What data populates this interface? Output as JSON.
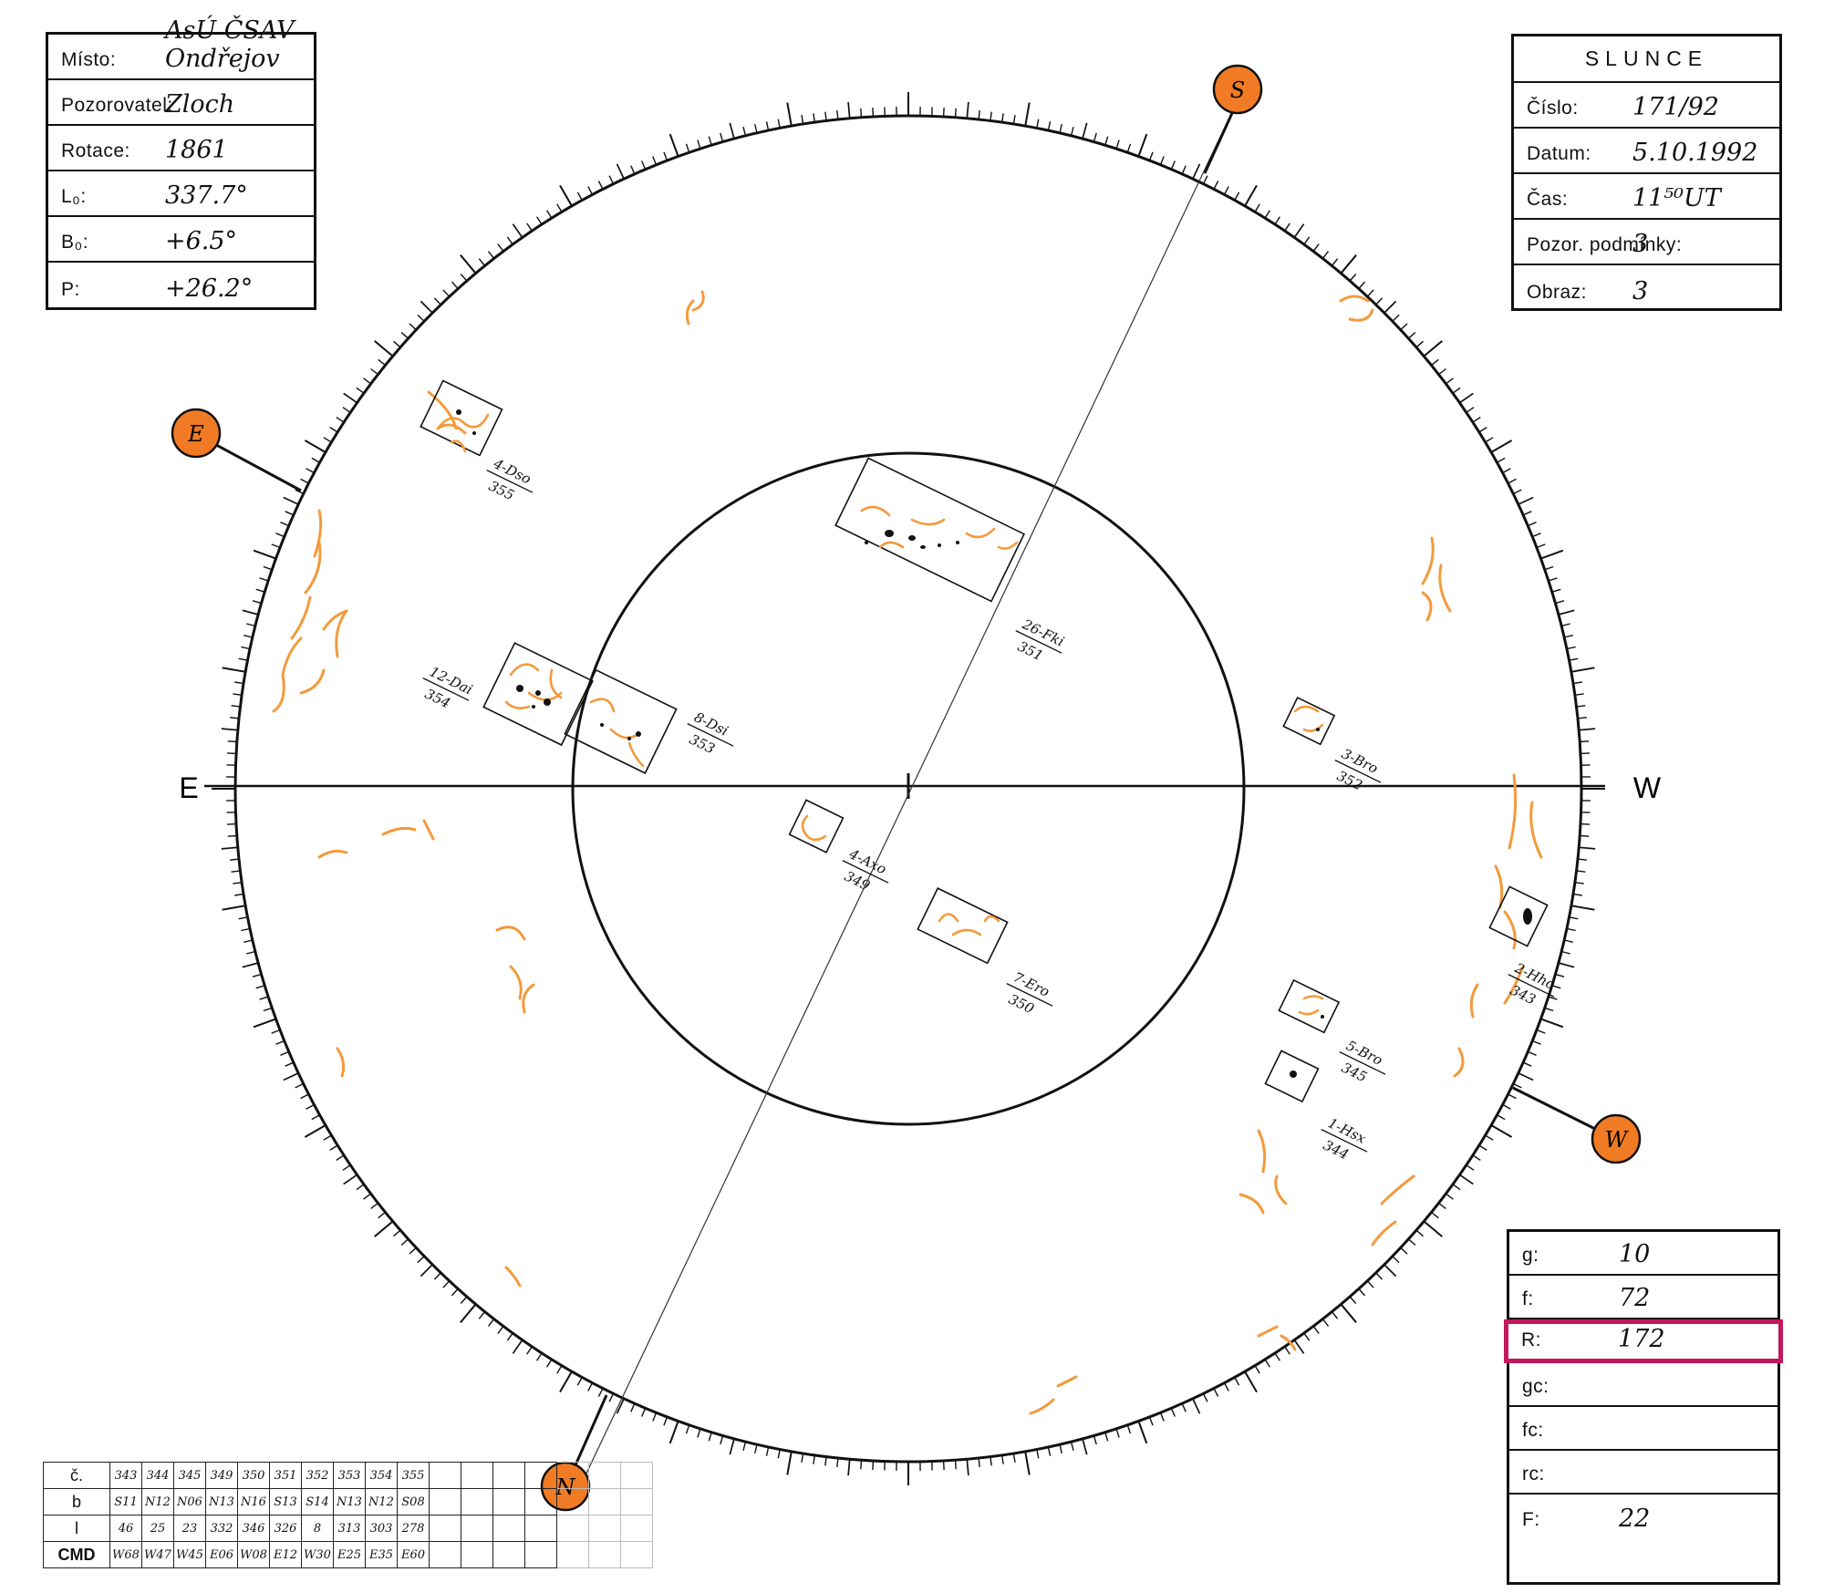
{
  "info_left": {
    "rows": [
      {
        "label": "Místo:",
        "value": "AsÚ ČSAV Ondřejov"
      },
      {
        "label": "Pozorovatel:",
        "value": "Zloch"
      },
      {
        "label": "Rotace:",
        "value": "1861"
      },
      {
        "label": "L₀:",
        "value": "337.7°"
      },
      {
        "label": "B₀:",
        "value": "+6.5°"
      },
      {
        "label": "P:",
        "value": "+26.2°"
      }
    ]
  },
  "info_right": {
    "title": "SLUNCE",
    "rows": [
      {
        "label": "Číslo:",
        "value": "171/92"
      },
      {
        "label": "Datum:",
        "value": "5.10.1992"
      },
      {
        "label": "Čas:",
        "value": "11⁵⁰UT"
      },
      {
        "label": "Pozor. podmínky:",
        "value": "3"
      },
      {
        "label": "Obraz:",
        "value": "3"
      }
    ]
  },
  "counts": {
    "rows": [
      {
        "label": "g:",
        "value": "10"
      },
      {
        "label": "f:",
        "value": "72"
      },
      {
        "label": "R:",
        "value": "172"
      },
      {
        "label": "gc:",
        "value": ""
      },
      {
        "label": "fc:",
        "value": ""
      },
      {
        "label": "rc:",
        "value": ""
      },
      {
        "label": "F:",
        "value": "22"
      }
    ],
    "highlight_color": "#c2185b"
  },
  "directions": {
    "east": "E",
    "west": "W",
    "badge_s": "S",
    "badge_e": "E",
    "badge_w": "W",
    "badge_n": "N"
  },
  "groups": [
    {
      "id": "4-Dso",
      "cmd": "355"
    },
    {
      "id": "26-Fki",
      "cmd": "351"
    },
    {
      "id": "12-Dai",
      "cmd": "354"
    },
    {
      "id": "8-Dsi",
      "cmd": "353"
    },
    {
      "id": "3-Bro",
      "cmd": "352"
    },
    {
      "id": "4-Axo",
      "cmd": "349"
    },
    {
      "id": "7-Ero",
      "cmd": "350"
    },
    {
      "id": "2-Hho",
      "cmd": "343"
    },
    {
      "id": "5-Bro",
      "cmd": "345"
    },
    {
      "id": "1-Hsx",
      "cmd": "344"
    }
  ],
  "table": {
    "row_labels": [
      "č.",
      "b",
      "l",
      "CMD"
    ],
    "cols": [
      [
        "343",
        "S11",
        "46",
        "W68"
      ],
      [
        "344",
        "N12",
        "25",
        "W47"
      ],
      [
        "345",
        "N06",
        "23",
        "W45"
      ],
      [
        "349",
        "N13",
        "332",
        "E06"
      ],
      [
        "350",
        "N16",
        "346",
        "W08"
      ],
      [
        "351",
        "S13",
        "326",
        "E12"
      ],
      [
        "352",
        "S14",
        "8",
        "W30"
      ],
      [
        "353",
        "N13",
        "313",
        "E25"
      ],
      [
        "354",
        "N12",
        "303",
        "E35"
      ],
      [
        "355",
        "S08",
        "278",
        "E60"
      ]
    ]
  },
  "colors": {
    "faculae": "#f39a3c",
    "badge_fill": "#f07b24",
    "ink": "#111111"
  }
}
